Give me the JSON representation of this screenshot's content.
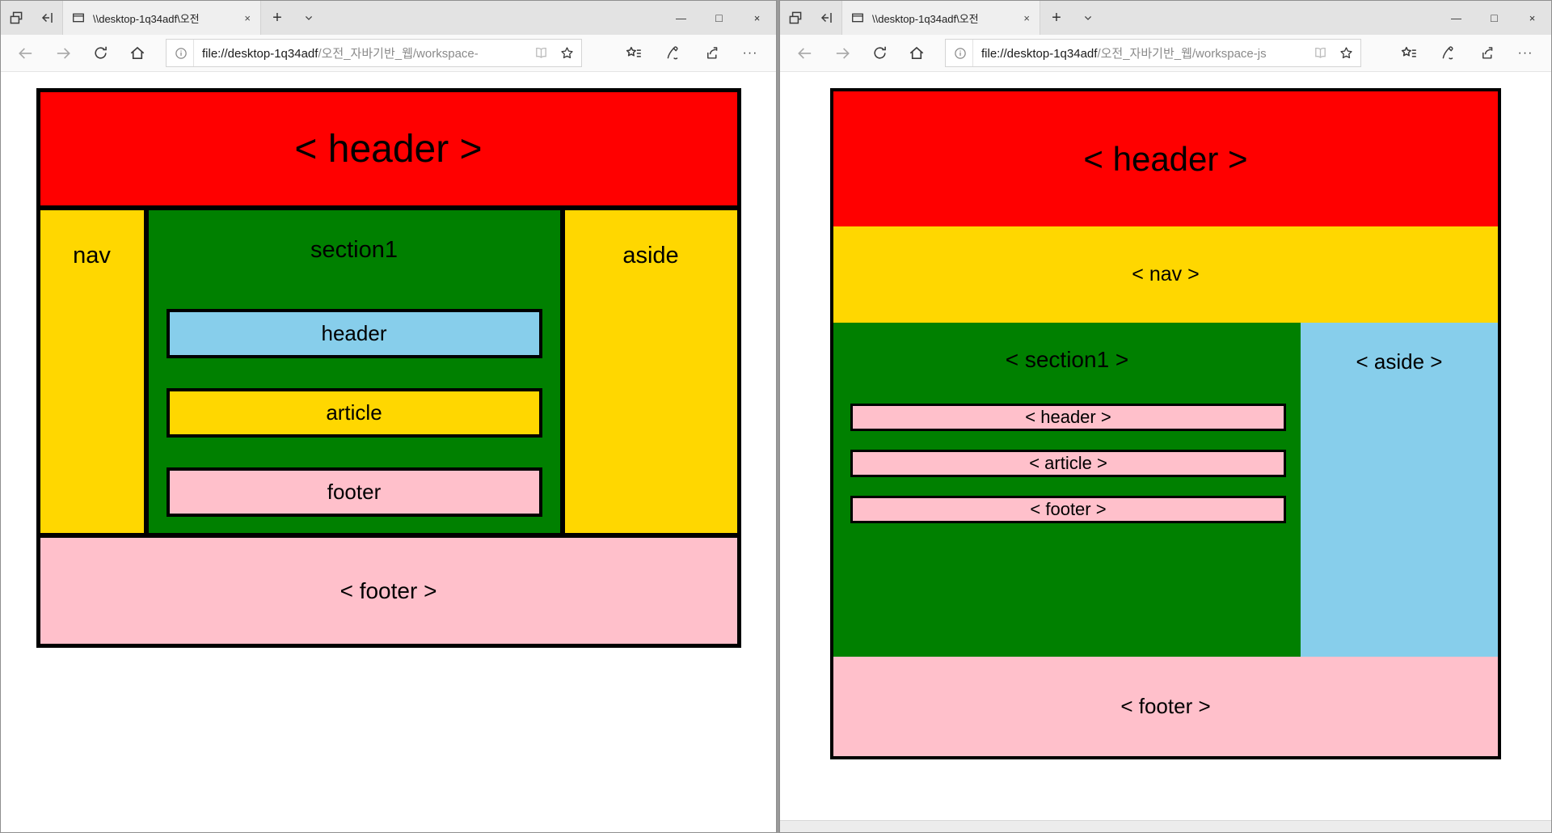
{
  "chrome": {
    "glyphs": {
      "new_tab": "+",
      "tab_close": "×",
      "minimize": "—",
      "maximize": "□",
      "close": "×",
      "more": "···"
    }
  },
  "colors": {
    "header_red": "#ff0000",
    "nav_gold": "#ffd700",
    "section_green": "#008000",
    "aside_skyblue": "#87ceeb",
    "footer_pink": "#ffc0cb",
    "border_black": "#000000"
  },
  "windows": {
    "left": {
      "tab_title": "\\\\desktop-1q34adf\\오전",
      "url_host": "file://desktop-1q34adf",
      "url_path": "/오전_자바기반_웹/workspace-",
      "page": {
        "header_label": "< header >",
        "nav_label": "nav",
        "section_label": "section1",
        "inner_header_label": "header",
        "inner_article_label": "article",
        "inner_footer_label": "footer",
        "aside_label": "aside",
        "footer_label": "< footer >"
      }
    },
    "right": {
      "tab_title": "\\\\desktop-1q34adf\\오전",
      "url_host": "file://desktop-1q34adf",
      "url_path": "/오전_자바기반_웹/workspace-js",
      "page": {
        "header_label": "< header >",
        "nav_label": "< nav >",
        "section_label": "< section1 >",
        "inner_header_label": "< header >",
        "inner_article_label": "< article >",
        "inner_footer_label": "< footer >",
        "aside_label": "< aside >",
        "footer_label": "< footer >"
      }
    }
  }
}
